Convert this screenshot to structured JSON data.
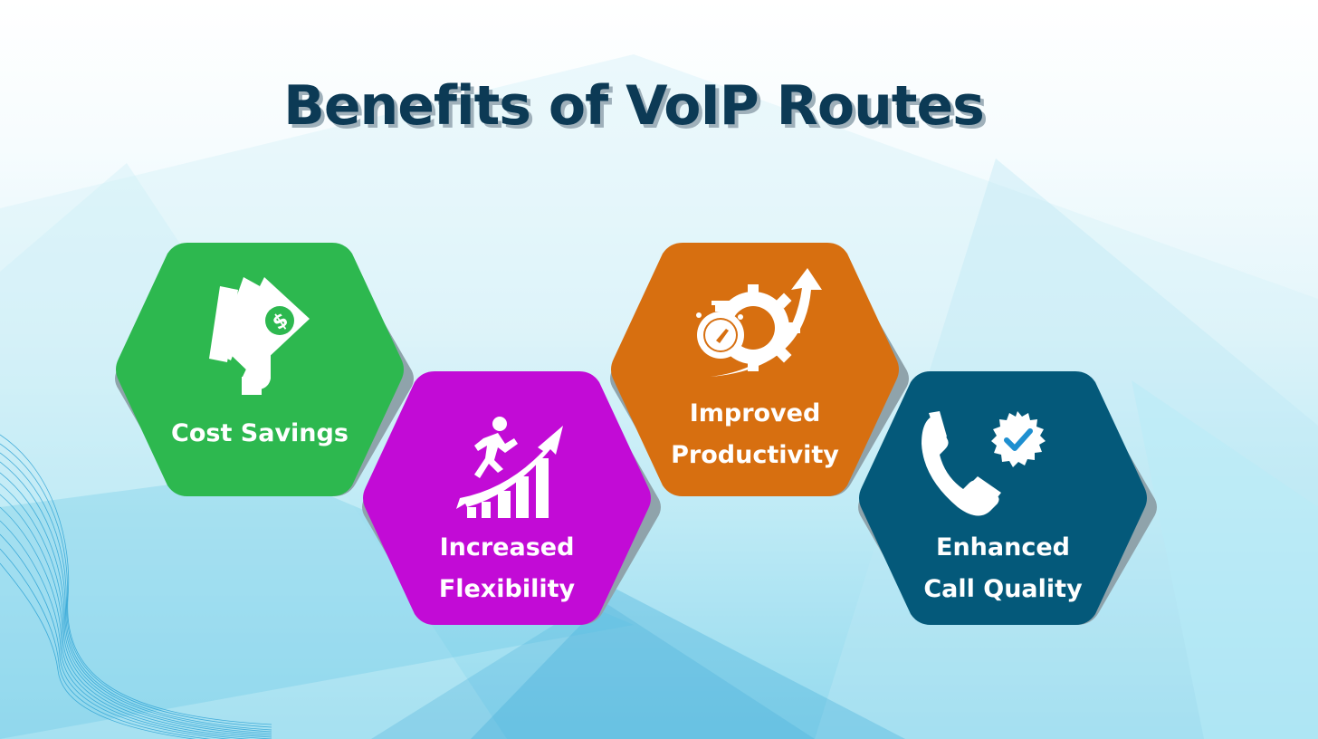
{
  "title": "Benefits of VoIP Routes",
  "colors": {
    "title": "#0c3a55",
    "title_shadow": "#9fb0ba",
    "hex_shadow": "#8fa3ab",
    "background_top": "#ffffff",
    "background_bottom": "#5cc6e6"
  },
  "benefits": [
    {
      "label_line1": "Cost Savings",
      "label_line2": "",
      "icon": "money-in-hand-icon",
      "color": "#2db84f"
    },
    {
      "label_line1": "Increased",
      "label_line2": "Flexibility",
      "icon": "runner-growth-chart-icon",
      "color": "#c20bd6"
    },
    {
      "label_line1": "Improved",
      "label_line2": "Productivity",
      "icon": "stopwatch-gear-arrow-icon",
      "color": "#d76f10"
    },
    {
      "label_line1": "Enhanced",
      "label_line2": "Call Quality",
      "icon": "phone-verified-badge-icon",
      "color": "#04597a"
    }
  ]
}
